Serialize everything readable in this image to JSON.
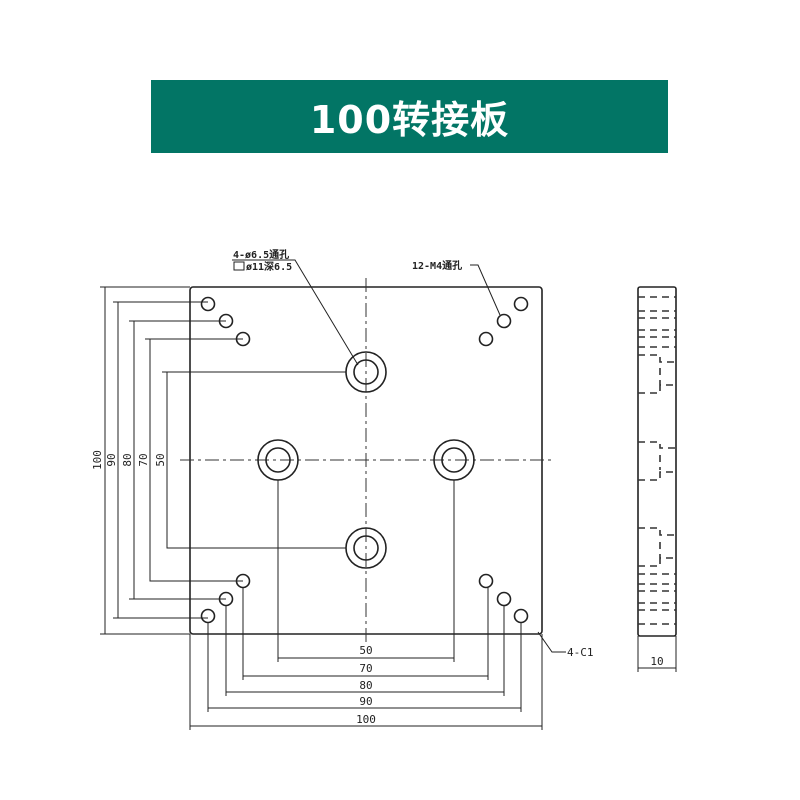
{
  "title": "100转接板",
  "notes": {
    "through_hole": "4-ø6.5通孔",
    "counterbore": "ø11深6.5",
    "tapped": "12-M4通孔",
    "chamfer": "4-C1"
  },
  "dims": {
    "d100": "100",
    "d90": "90",
    "d80": "80",
    "d70": "70",
    "d50": "50",
    "thickness": "10"
  }
}
